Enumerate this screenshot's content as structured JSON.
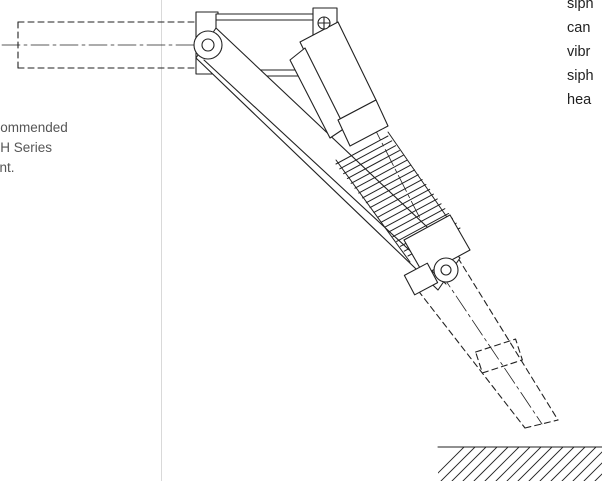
{
  "left_caption": {
    "lines": [
      "ecommended",
      "in H Series",
      "joint."
    ]
  },
  "right_caption": {
    "lines": [
      "siph",
      "can",
      "vibr",
      "siph",
      "hea"
    ]
  },
  "colors": {
    "stroke": "#222222",
    "text_dark": "#1f1f1f",
    "text_muted": "#555555",
    "divider": "#d9d9d9"
  },
  "icons": [
    "pivot-bolt-icon",
    "ground-hatch-icon"
  ]
}
